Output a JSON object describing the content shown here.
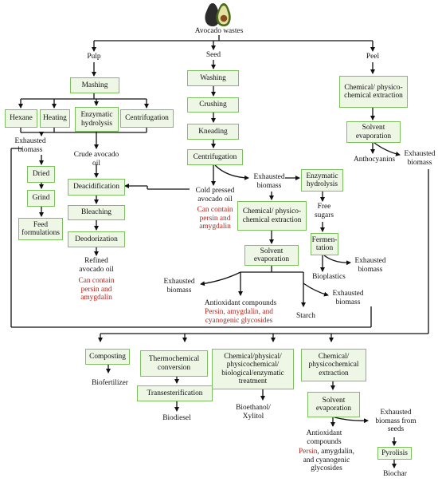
{
  "title": "Avocado wastes",
  "branches": {
    "pulp": "Pulp",
    "seed": "Seed",
    "peel": "Peel"
  },
  "boxes": {
    "mashing": "Mashing",
    "hexane": "Hexane",
    "heating": "Heating",
    "enzymatic_hydrolysis_pulp": "Enzymatic hydrolysis",
    "centrifugation_pulp": "Centrifugation",
    "dried": "Dried",
    "grind": "Grind",
    "feed_formulations": "Feed formulations",
    "deacidification": "Deacidification",
    "bleaching": "Bleaching",
    "deodorization": "Deodorization",
    "washing": "Washing",
    "crushing": "Crushing",
    "kneading": "Kneading",
    "centrifugation_seed": "Centrifugation",
    "chem_extraction_peel": "Chemical/ physico-chemical extraction",
    "solvent_evaporation_peel": "Solvent evaporation",
    "chem_extraction_seed": "Chemical/ physico-chemical extraction",
    "enzymatic_hydrolysis_seed": "Enzymatic hydrolysis",
    "solvent_evaporation_seed": "Solvent evaporation",
    "fermentation": "Fermen- tation",
    "composting": "Composting",
    "thermochemical": "Thermochemical conversion",
    "transesterification": "Transesterification",
    "chem_bio_treatment": "Chemical/physical/ physicochemical/ biological/enzymatic treatment",
    "chem_extraction_final": "Chemical/ physicochemical extraction",
    "solvent_evaporation_final": "Solvent evaporation",
    "pyrolisis": "Pyrolisis"
  },
  "labels": {
    "exhausted_biomass_pulp": "Exhausted biomass",
    "crude_oil": "Crude avocado oil",
    "refined_oil": "Refined avocado oil",
    "refined_oil_note": "Can contain persin and amygdalin",
    "cold_pressed": "Cold pressed avocado oil",
    "cold_pressed_note": "Can contain persin and amygdalin",
    "exhausted_biomass_seed": "Exhausted biomass",
    "free_sugars": "Free sugars",
    "bioplastics": "Bioplastics",
    "exhausted_biomass_ferm": "Exhausted biomass",
    "exhausted_biomass_left": "Exhausted biomass",
    "antioxidant": "Antioxidant compounds",
    "antioxidant_note": "Persin, amygdalin, and cyanogenic glycosides",
    "exhausted_biomass_mid": "Exhausted biomass",
    "starch": "Starch",
    "anthocyanins": "Anthocyanins",
    "exhausted_biomass_peel": "Exhausted biomass",
    "biofertilizer": "Biofertilizer",
    "biodiesel": "Biodiesel",
    "bioethanol": "Bioethanol/ Xylitol",
    "antioxidant_final": "Antioxidant compounds",
    "antioxidant_final_note_persin": "Persin",
    "antioxidant_final_note_rest": ", amygdalin, and cyanogenic glycosides",
    "exhausted_biomass_seeds": "Exhausted biomass from seeds",
    "biochar": "Biochar"
  },
  "colors": {
    "box_border": "#7bbf5f",
    "box_fill": "#eef7e6",
    "note_red": "#b3261e",
    "line": "#111111"
  },
  "icons": [
    "avocado-icon"
  ]
}
